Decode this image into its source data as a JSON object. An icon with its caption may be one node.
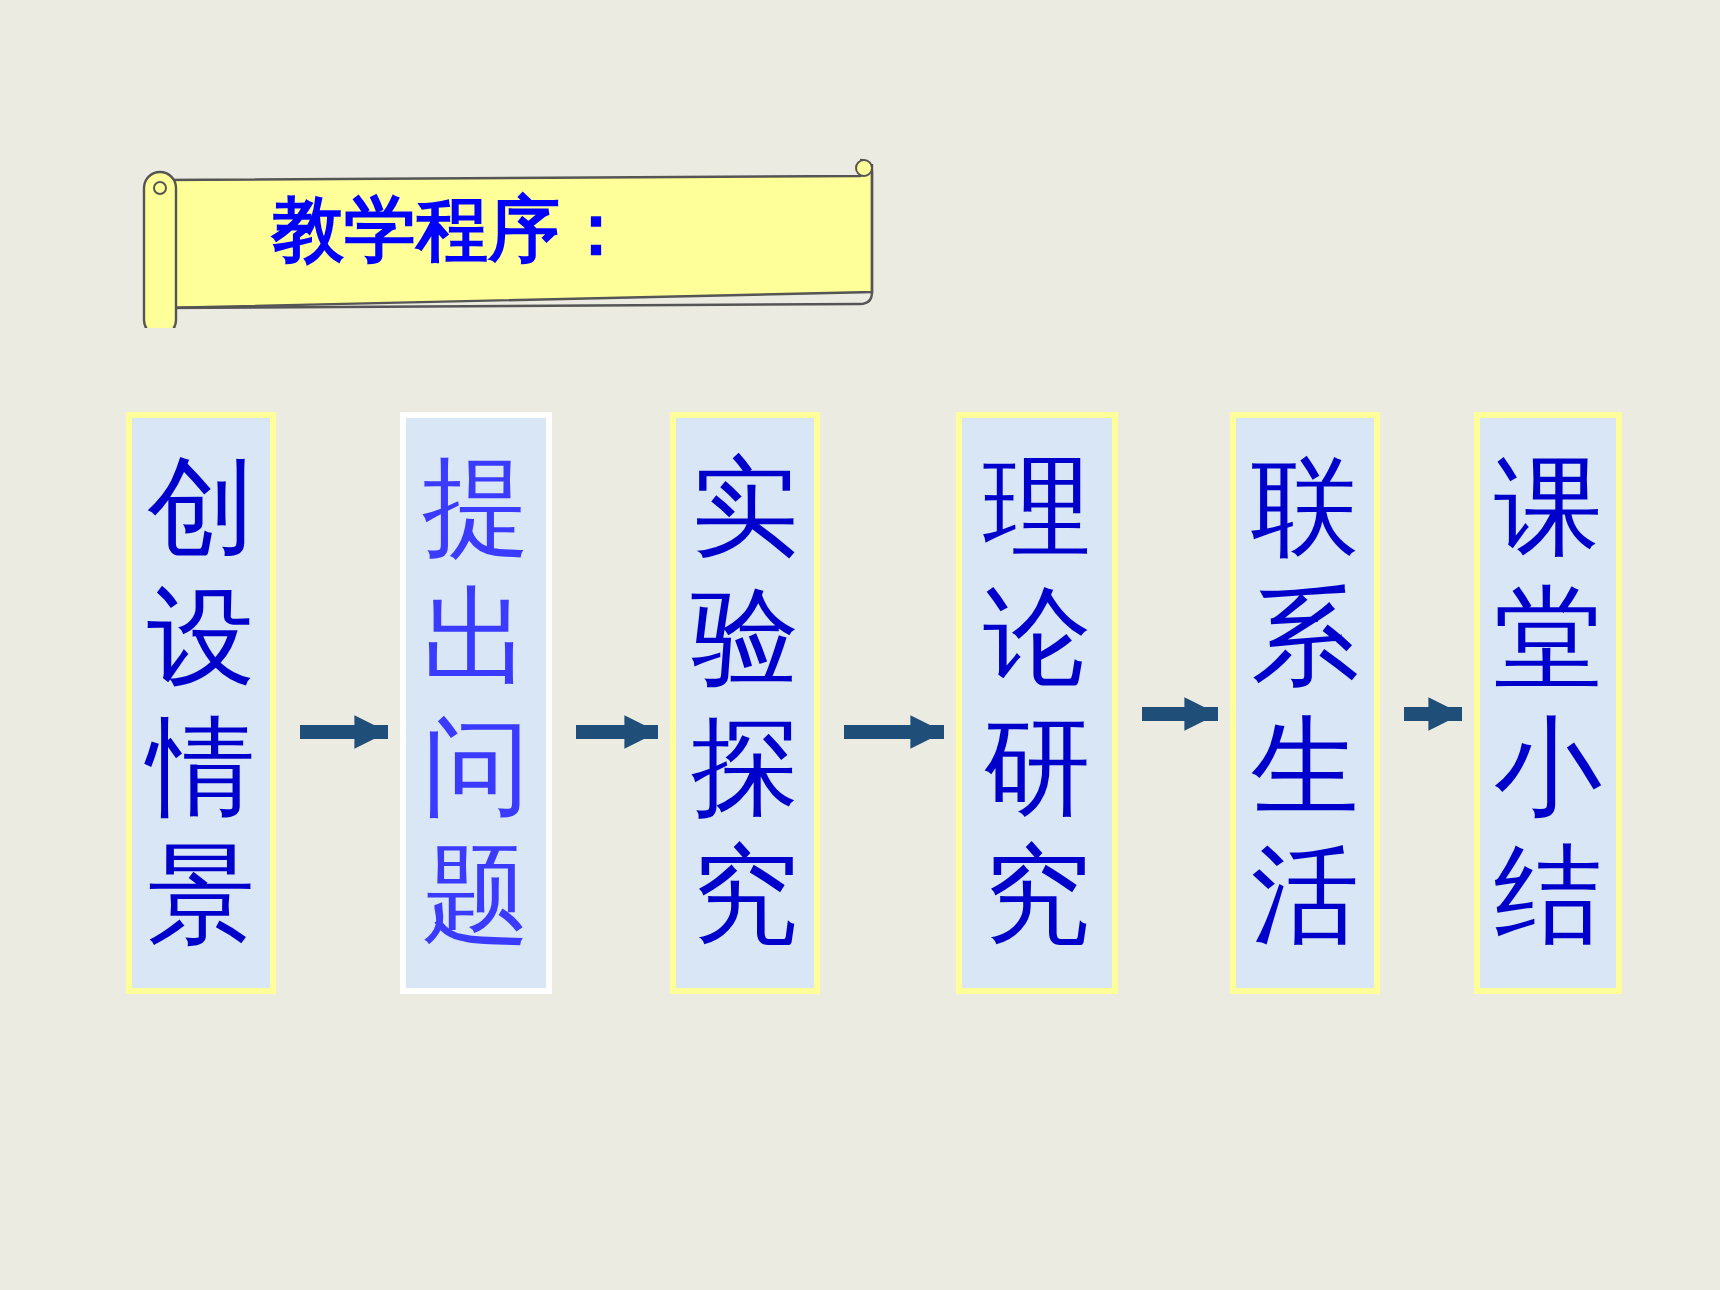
{
  "diagram": {
    "title": "教学程序：",
    "nodes": [
      {
        "text": [
          "创设情景"
        ]
      },
      {
        "text": [
          "提出问题"
        ]
      },
      {
        "text": [
          "实验探究"
        ]
      },
      {
        "text": [
          "理论研究"
        ]
      },
      {
        "text": [
          "联系生活"
        ]
      },
      {
        "text": [
          "课堂小结"
        ]
      }
    ],
    "edges": [
      {
        "from": 0,
        "to": 1,
        "arrow": "to"
      },
      {
        "from": 1,
        "to": 2,
        "arrow": "to"
      },
      {
        "from": 2,
        "to": 3,
        "arrow": "to"
      },
      {
        "from": 3,
        "to": 4,
        "arrow": "to"
      },
      {
        "from": 4,
        "to": 5,
        "arrow": "to"
      }
    ]
  }
}
